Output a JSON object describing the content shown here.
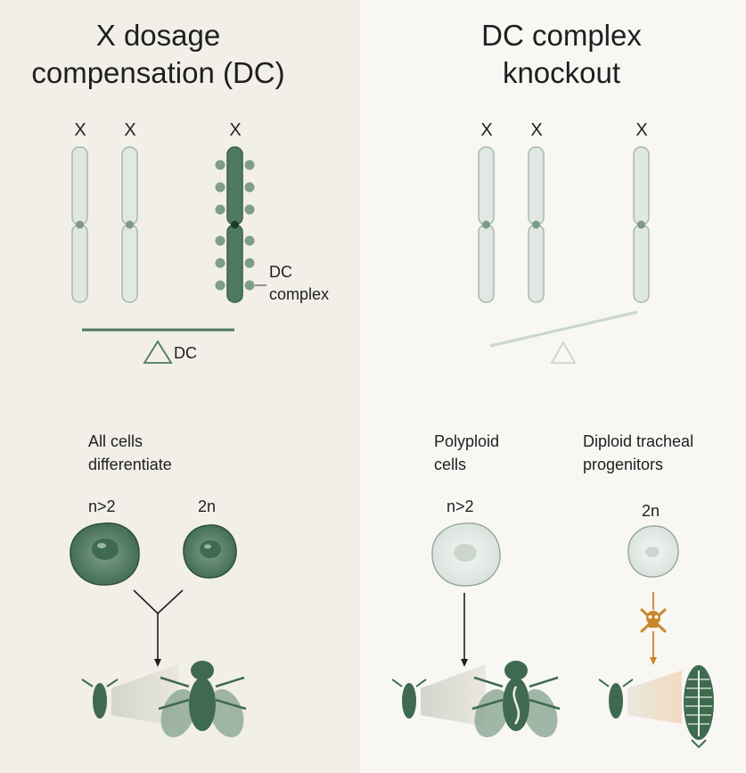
{
  "left": {
    "title": "X dosage\ncompensation (DC)",
    "x_labels": [
      "X",
      "X",
      "X"
    ],
    "dc_complex_label": "DC\ncomplex",
    "balance_label": "DC",
    "caption": "All cells\ndifferentiate",
    "cell_labels": [
      "n>2",
      "2n"
    ]
  },
  "right": {
    "title": "DC complex\nknockout",
    "x_labels": [
      "X",
      "X",
      "X"
    ],
    "polyploid_label": "Polyploid\ncells",
    "diploid_label": "Diploid tracheal\nprogenitors",
    "cell_labels": [
      "n>2",
      "2n"
    ]
  },
  "colors": {
    "dark_green": "#3f6a50",
    "mid_green": "#6f9a7e",
    "pale_chrom": "#dfe6e1",
    "orange": "#c9872b"
  },
  "icons": [
    "skull-icon",
    "larva-icon",
    "fly-icon"
  ]
}
